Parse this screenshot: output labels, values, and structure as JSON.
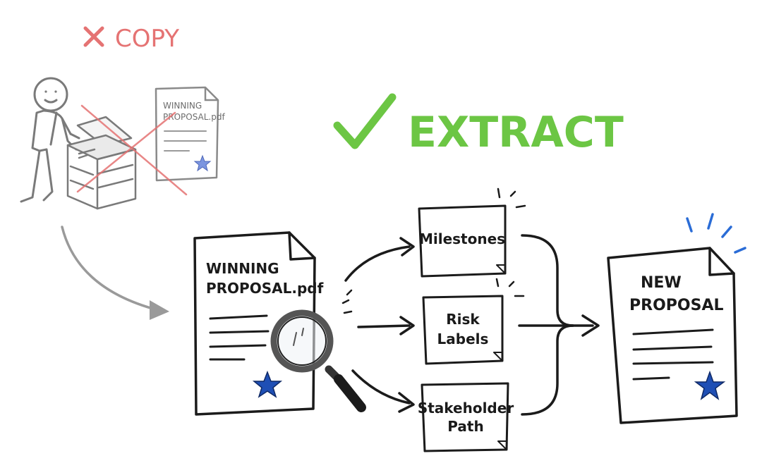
{
  "copy_section": {
    "label": "COPY",
    "mark_icon": "x-mark",
    "color": "#e57373",
    "doc_line1": "WINNING",
    "doc_line2": "PROPOSAL.pdf"
  },
  "extract_section": {
    "label": "EXTRACT",
    "mark_icon": "check-mark",
    "color": "#6cc644"
  },
  "source_doc": {
    "line1": "WINNING",
    "line2": "PROPOSAL.pdf"
  },
  "notes": [
    {
      "line1": "Milestones",
      "line2": "",
      "color": "#f4ef63"
    },
    {
      "line1": "Risk",
      "line2": "Labels",
      "color": "#b9e65a"
    },
    {
      "line1": "Stakeholder",
      "line2": "Path",
      "color": "#9fd8f0"
    }
  ],
  "output_doc": {
    "line1": "NEW",
    "line2": "PROPOSAL"
  },
  "colors": {
    "ink": "#1b1b1b",
    "star": "#1f4fb5",
    "spark_blue": "#2a6cd6",
    "gray_arrow": "#9a9a9a"
  },
  "icons": [
    "stick-figure-icon",
    "photocopier-icon",
    "magnifier-icon",
    "star-icon",
    "document-icon",
    "sticky-note-icon",
    "arrow-icon"
  ]
}
